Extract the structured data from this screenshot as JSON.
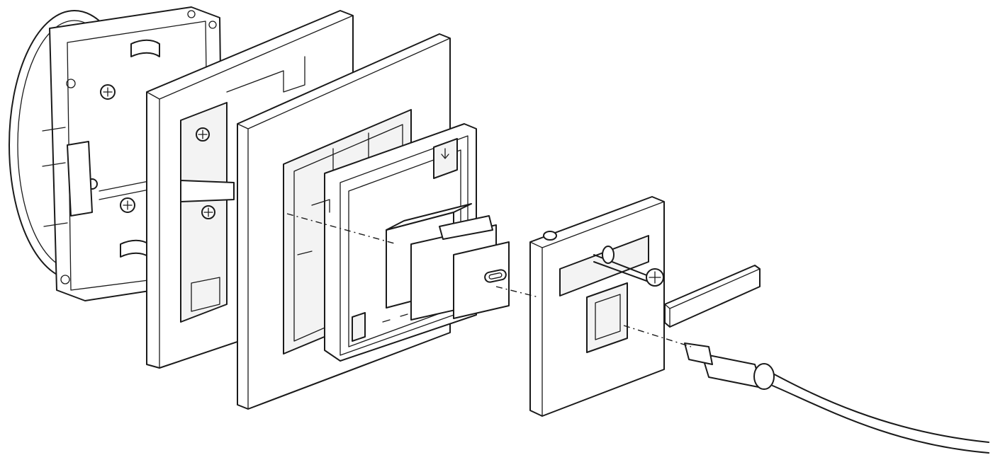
{
  "figure": {
    "kind": "exploded assembly line drawing",
    "components": [
      "mounting-box",
      "support-frame",
      "cover-frame",
      "insert-frame",
      "usb-c-coupler",
      "central-plate",
      "plate-screw",
      "label-strip",
      "usb-c-cable"
    ],
    "colors": {
      "line": "#1a1a1a",
      "fill": "#ffffff",
      "shade": "#f3f3f3"
    }
  }
}
